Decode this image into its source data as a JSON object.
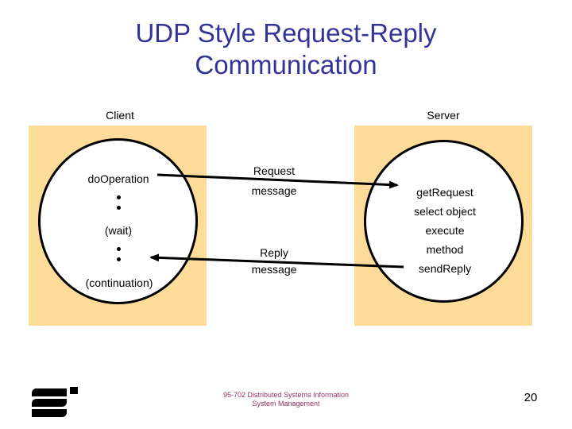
{
  "slide": {
    "title_line1": "UDP Style Request-Reply",
    "title_line2": "Communication",
    "title_color": "#333399",
    "background_color": "#ffffff"
  },
  "diagram": {
    "type": "sequence-interaction",
    "panel_color": "#fcdc98",
    "bubble_fill": "#ffffff",
    "bubble_stroke": "#000000",
    "client": {
      "label": "Client",
      "lines": [
        "doOperation",
        "(wait)",
        "(continuation)"
      ],
      "do_operation": "doOperation",
      "wait": "(wait)",
      "continuation": "(continuation)",
      "dots_between": "vertical-ellipsis"
    },
    "server": {
      "label": "Server",
      "lines": [
        "getRequest",
        "select object",
        "execute",
        "method",
        "sendReply"
      ]
    },
    "messages": [
      {
        "name": "request",
        "line1": "Request",
        "line2": "message",
        "direction": "client-to-server"
      },
      {
        "name": "reply",
        "line1": "Reply",
        "line2": "message",
        "direction": "server-to-client"
      }
    ]
  },
  "footer": {
    "line1": "95-702 Distributed Systems Information",
    "line2": "System Management",
    "color": "#993366",
    "page_number": "20"
  }
}
